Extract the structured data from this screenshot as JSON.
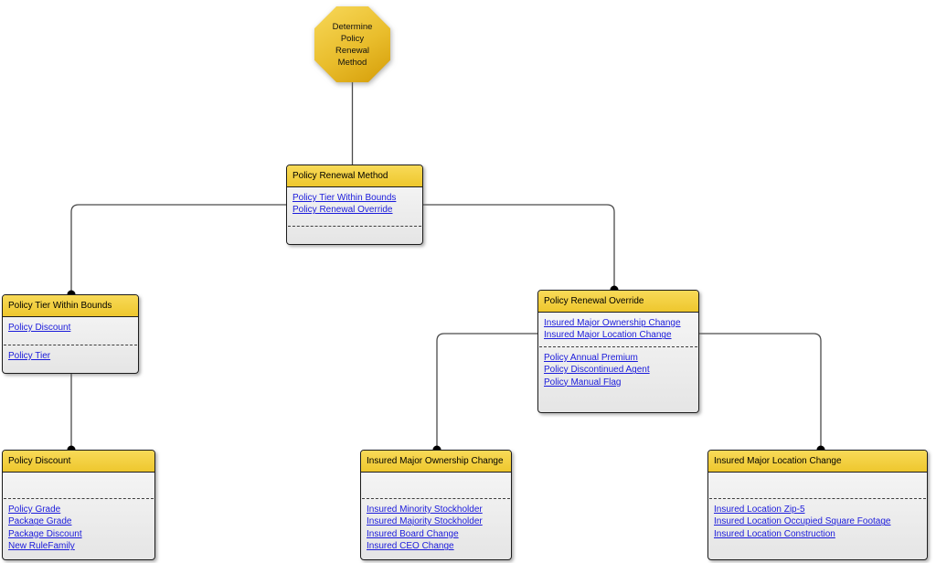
{
  "colors": {
    "header_yellow": "#f2ce3c",
    "octagon_gold": "#e3b21d",
    "body_gray": "#ededed",
    "link_blue": "#1b1bdb",
    "connector_line": "#4a4a4a",
    "connector_dot": "#000000"
  },
  "octagon": {
    "label": "Determine Policy Renewal Method"
  },
  "nodes": {
    "renewal_method": {
      "title": "Policy Renewal Method",
      "links_top": [
        "Policy Tier Within Bounds",
        "Policy Renewal Override"
      ],
      "links_bottom": []
    },
    "tier_within_bounds": {
      "title": "Policy Tier Within Bounds",
      "links_top": [
        "Policy Discount"
      ],
      "links_bottom": [
        "Policy Tier"
      ]
    },
    "renewal_override": {
      "title": "Policy Renewal Override",
      "links_top": [
        "Insured Major Ownership Change",
        "Insured Major Location Change"
      ],
      "links_bottom": [
        "Policy Annual Premium",
        "Policy Discontinued Agent",
        "Policy Manual Flag"
      ]
    },
    "policy_discount": {
      "title": "Policy Discount",
      "links_top": [],
      "links_bottom": [
        "Policy Grade",
        "Package Grade",
        "Package Discount",
        "New RuleFamily"
      ]
    },
    "ownership_change": {
      "title": "Insured Major Ownership Change",
      "links_top": [],
      "links_bottom": [
        "Insured Minority Stockholder",
        "Insured Majority Stockholder",
        "Insured Board Change",
        "Insured CEO Change"
      ]
    },
    "location_change": {
      "title": "Insured Major Location Change",
      "links_top": [],
      "links_bottom": [
        "Insured Location Zip-5",
        "Insured Location Occupied Square Footage",
        "Insured Location Construction"
      ]
    }
  }
}
